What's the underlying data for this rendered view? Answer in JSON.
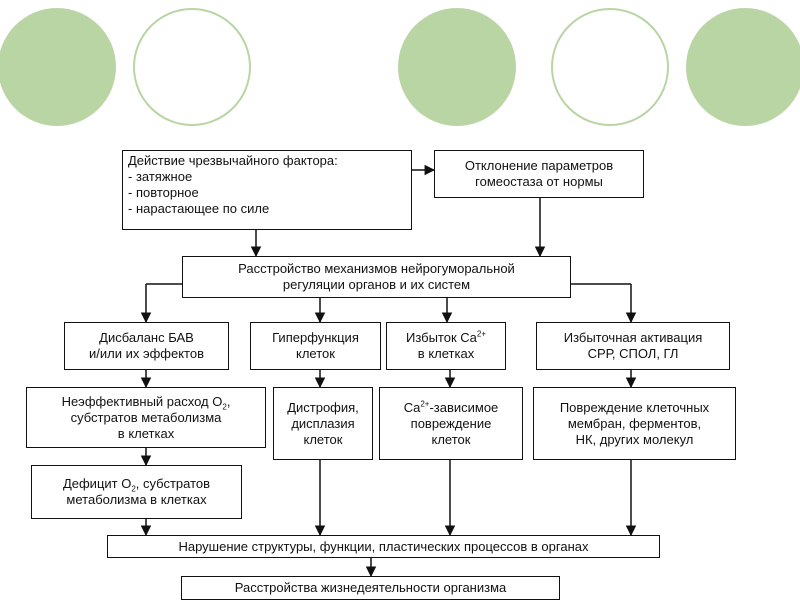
{
  "diagram": {
    "title_box": {
      "heading": "Действие чрезвычайного фактора:",
      "items": [
        "- затяжное",
        "- повторное",
        "- нарастающее по силе"
      ]
    },
    "homeostasis": "Отклонение параметров\nгомеостаза от нормы",
    "disorder": "Расстройство механизмов нейрогуморальной\nрегуляции органов и их систем",
    "imbalance": "Дисбаланс БАВ\nи/или их эффектов",
    "hyperfunction": "Гиперфункция\nклеток",
    "calcium_excess": {
      "line1": "Избыток Ca",
      "sup": "2+",
      "line2": "в клетках"
    },
    "activation": "Избыточная активация\nСРР, СПОЛ, ГЛ",
    "ineffective": {
      "line1a": "Неэффективный расход O",
      "sub": "2",
      "line1b": ",",
      "line2": "субстратов метаболизма",
      "line3": "в клетках"
    },
    "dystrophy": "Дистрофия,\nдисплазия\nклеток",
    "calcium_damage": {
      "pre": "Ca",
      "sup": "2+",
      "line1": "-зависимое",
      "line2": "повреждение",
      "line3": "клеток"
    },
    "membrane_damage": "Повреждение клеточных\nмембран, ферментов,\nНК, других молекул",
    "deficit": {
      "line1a": "Дефицит O",
      "sub": "2",
      "line1b": ", субстратов",
      "line2": "метаболизма в клетках"
    },
    "disruption": "Нарушение структуры, функции, пластических процессов в органах",
    "life_disorder": "Расстройства жизнедеятельности организма"
  },
  "colors": {
    "circle_fill": "#b9d5a4",
    "line": "#111111"
  }
}
